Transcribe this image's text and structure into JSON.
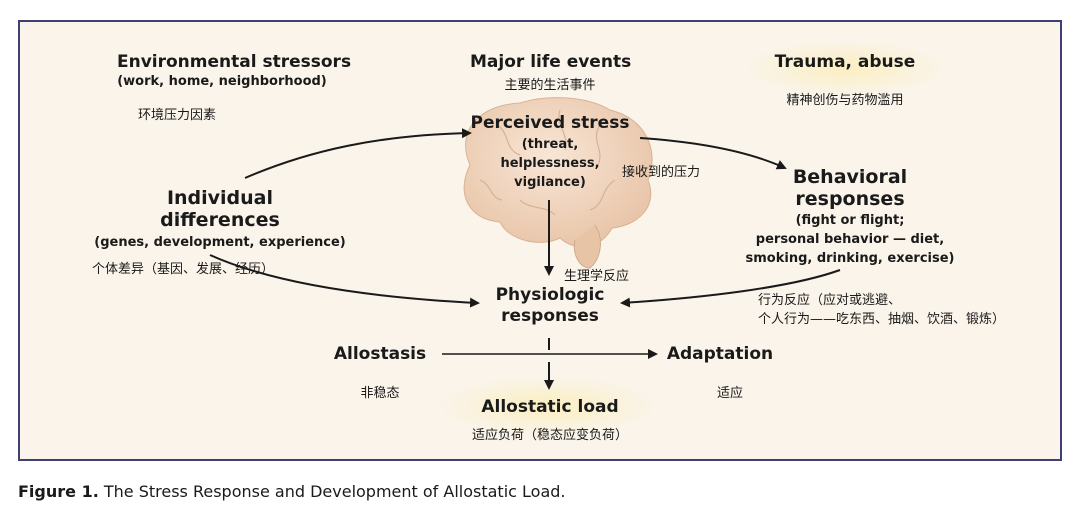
{
  "nodes": {
    "env": {
      "title": "Environmental stressors",
      "sub": "(work, home, neighborhood)",
      "zh": "环境压力因素"
    },
    "life": {
      "title": "Major life events",
      "zh": "主要的生活事件"
    },
    "trauma": {
      "title": "Trauma, abuse",
      "zh": "精神创伤与药物滥用"
    },
    "perceived": {
      "title": "Perceived stress",
      "sub1": "(threat,",
      "sub2": "helplessness,",
      "sub3": "vigilance)",
      "zh": "接收到的压力"
    },
    "individual": {
      "title1": "Individual",
      "title2": "differences",
      "sub": "(genes, development, experience)",
      "zh": "个体差异（基因、发展、经历）"
    },
    "behavioral": {
      "title1": "Behavioral",
      "title2": "responses",
      "sub1": "(fight or flight;",
      "sub2": "personal behavior — diet,",
      "sub3": "smoking, drinking, exercise)",
      "zh1": "行为反应（应对或逃避、",
      "zh2": "个人行为——吃东西、抽烟、饮酒、锻炼）"
    },
    "physio": {
      "title1": "Physiologic",
      "title2": "responses",
      "zh": "生理学反应"
    },
    "allostasis": {
      "title": "Allostasis",
      "zh": "非稳态"
    },
    "adaptation": {
      "title": "Adaptation",
      "zh": "适应"
    },
    "load": {
      "title": "Allostatic load",
      "zh": "适应负荷（稳态应变负荷）"
    }
  },
  "caption": {
    "label": "Figure 1.",
    "text": " The Stress Response and Development of Allostatic Load."
  },
  "colors": {
    "panel_bg": "#faf4ea",
    "panel_border": "#3f3f73",
    "arrow": "#1a1a1a",
    "brain": "#f2d9c4",
    "glow": "#fbefc0"
  }
}
